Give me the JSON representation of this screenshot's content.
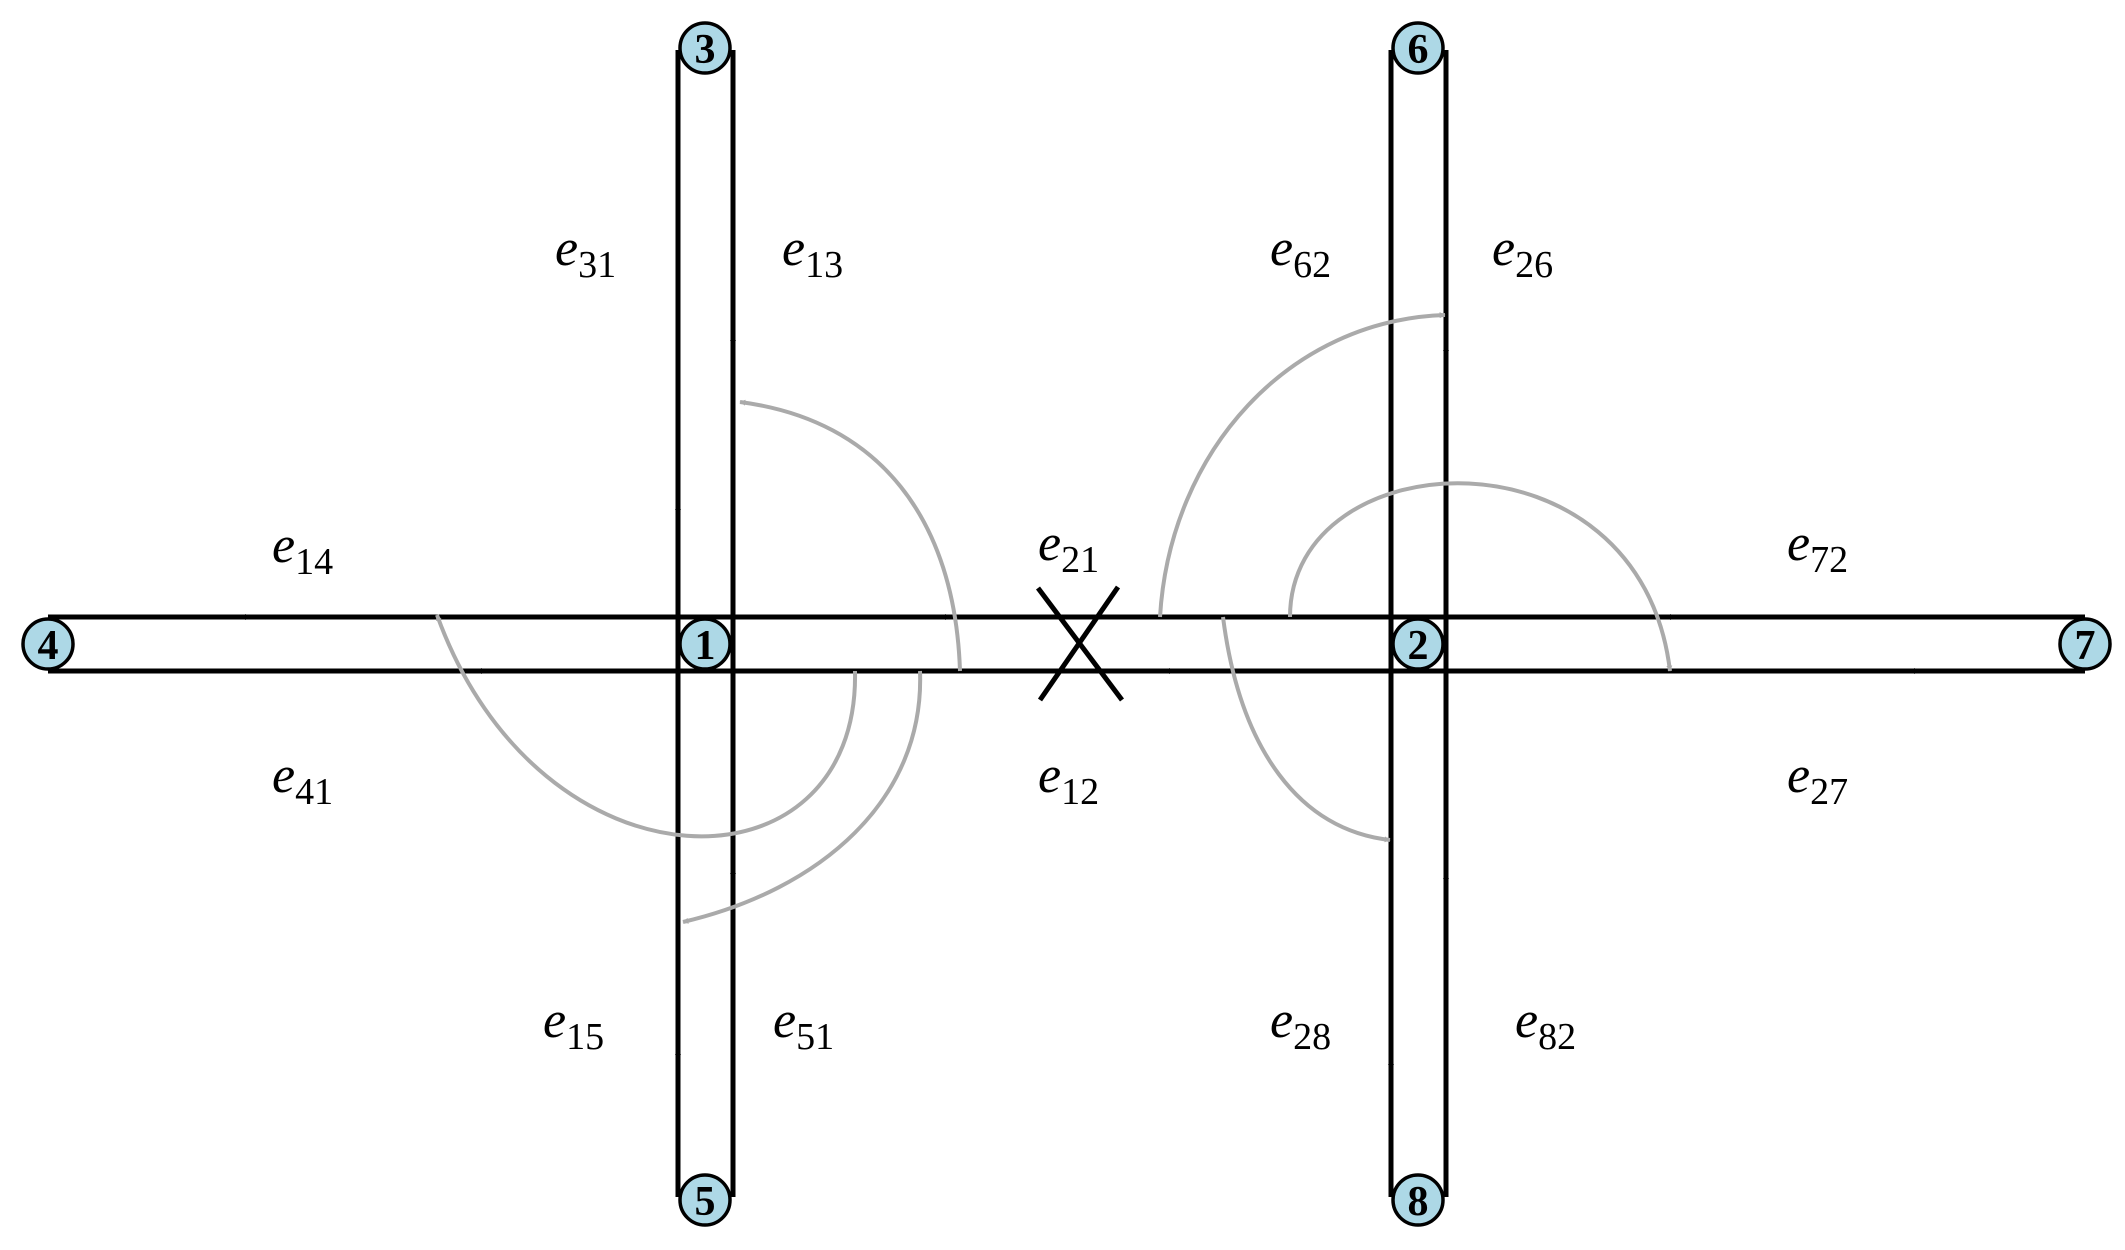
{
  "nodes": [
    {
      "id": "1",
      "label": "1"
    },
    {
      "id": "2",
      "label": "2"
    },
    {
      "id": "3",
      "label": "3"
    },
    {
      "id": "4",
      "label": "4"
    },
    {
      "id": "5",
      "label": "5"
    },
    {
      "id": "6",
      "label": "6"
    },
    {
      "id": "7",
      "label": "7"
    },
    {
      "id": "8",
      "label": "8"
    }
  ],
  "edges": [
    {
      "id": "e31",
      "var": "e",
      "sub": "31"
    },
    {
      "id": "e13",
      "var": "e",
      "sub": "13"
    },
    {
      "id": "e62",
      "var": "e",
      "sub": "62"
    },
    {
      "id": "e26",
      "var": "e",
      "sub": "26"
    },
    {
      "id": "e14",
      "var": "e",
      "sub": "14"
    },
    {
      "id": "e21",
      "var": "e",
      "sub": "21"
    },
    {
      "id": "e72",
      "var": "e",
      "sub": "72"
    },
    {
      "id": "e41",
      "var": "e",
      "sub": "41"
    },
    {
      "id": "e12",
      "var": "e",
      "sub": "12"
    },
    {
      "id": "e27",
      "var": "e",
      "sub": "27"
    },
    {
      "id": "e15",
      "var": "e",
      "sub": "15"
    },
    {
      "id": "e51",
      "var": "e",
      "sub": "51"
    },
    {
      "id": "e28",
      "var": "e",
      "sub": "28"
    },
    {
      "id": "e82",
      "var": "e",
      "sub": "82"
    }
  ],
  "colors": {
    "node_fill": "#add8e6",
    "road": "#000000",
    "turn_arrow": "#aaaaaa"
  },
  "blocked_marker": "cross-icon"
}
